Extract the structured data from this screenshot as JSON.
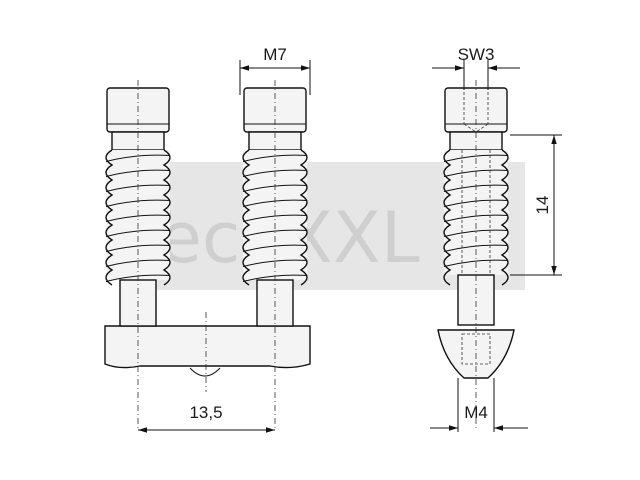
{
  "watermark": {
    "text": "TechXXL"
  },
  "dimensions": {
    "m7": "M7",
    "sw3": "SW3",
    "len14": "14",
    "pitch": "13,5",
    "m4": "M4"
  }
}
